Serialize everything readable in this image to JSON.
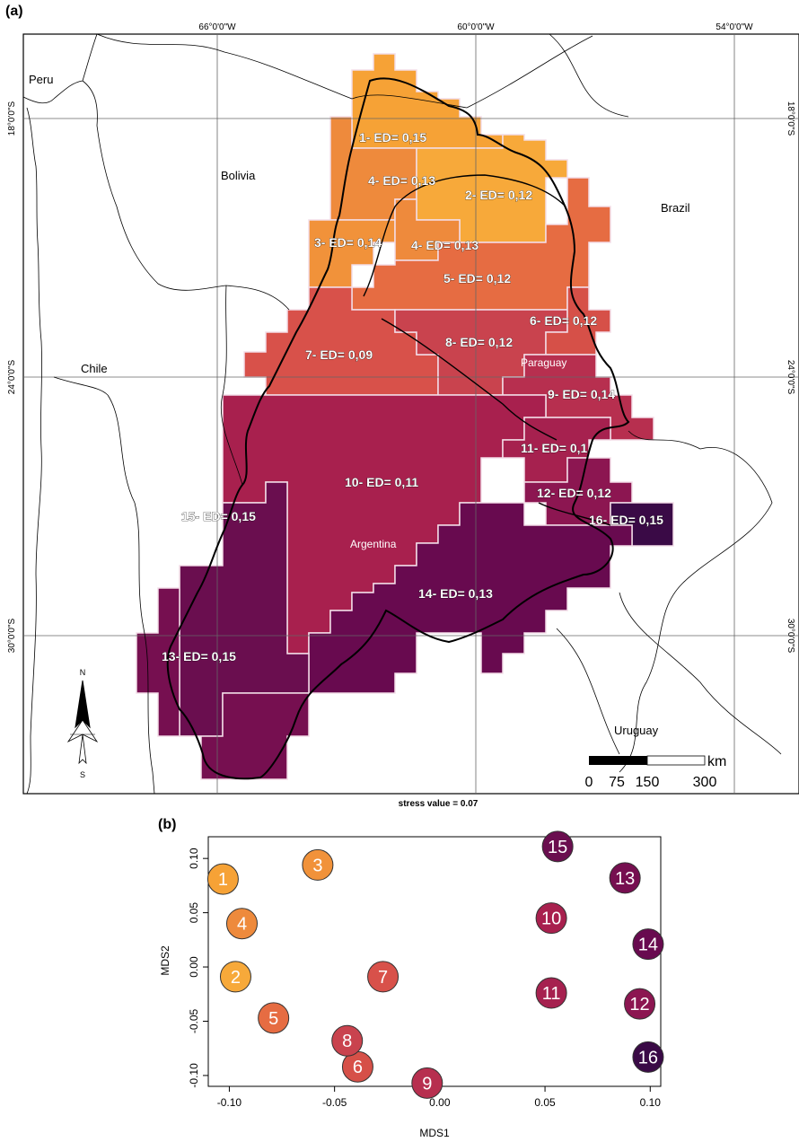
{
  "panel_a": {
    "label": "(a)",
    "longitude_labels": [
      "66°0'0\"W",
      "60°0'0\"W",
      "54°0'0\"W"
    ],
    "latitude_labels_left": [
      "18°0'0\"S",
      "24°0'0\"S",
      "30°0'0\"S"
    ],
    "latitude_labels_right": [
      "18°0'0\"S",
      "24°0'0\"S",
      "30°0'0\"S"
    ],
    "countries": [
      "Peru",
      "Bolivia",
      "Brazil",
      "Chile",
      "Paraguay",
      "Argentina",
      "Uruguay"
    ],
    "regions": [
      {
        "id": 1,
        "label": "1- ED= 0,15",
        "color": "#f6a236"
      },
      {
        "id": 2,
        "label": "2- ED= 0,12",
        "color": "#f7a93a"
      },
      {
        "id": 3,
        "label": "3- ED= 0,14",
        "color": "#f1923a"
      },
      {
        "id": 4,
        "label": "4- ED= 0,13",
        "color": "#ee8a3c"
      },
      {
        "id": 4,
        "label": "4- ED= 0,13",
        "color": "#ee8a3c"
      },
      {
        "id": 5,
        "label": "5- ED= 0,12",
        "color": "#e66c42"
      },
      {
        "id": 6,
        "label": "6- ED= 0,12",
        "color": "#d65048"
      },
      {
        "id": 7,
        "label": "7- ED= 0,09",
        "color": "#d8514a"
      },
      {
        "id": 8,
        "label": "8- ED= 0,12",
        "color": "#c9434e"
      },
      {
        "id": 9,
        "label": "9- ED= 0,14",
        "color": "#b72f4f"
      },
      {
        "id": 10,
        "label": "10- ED= 0,11",
        "color": "#a8204e"
      },
      {
        "id": 11,
        "label": "11- ED= 0,1",
        "color": "#a6214f"
      },
      {
        "id": 12,
        "label": "12- ED= 0,12",
        "color": "#8c1651"
      },
      {
        "id": 13,
        "label": "13- ED= 0,15",
        "color": "#760f50"
      },
      {
        "id": 14,
        "label": "14- ED= 0,13",
        "color": "#680a4f"
      },
      {
        "id": 15,
        "label": "15- ED= 0,15",
        "color": "#6a0e4f"
      },
      {
        "id": 16,
        "label": "16- ED= 0,15",
        "color": "#3a0a46"
      }
    ],
    "north_arrow": {
      "n": "N",
      "s": "S"
    },
    "scale_bar": {
      "unit": "km",
      "ticks": [
        "0",
        "75",
        "150",
        "300"
      ]
    },
    "stress_text": "stress value = 0.07"
  },
  "panel_b": {
    "label": "(b)"
  },
  "chart_data": {
    "type": "scatter",
    "xlabel": "MDS1",
    "ylabel": "MDS2",
    "xlim": [
      -0.11,
      0.105
    ],
    "ylim": [
      -0.11,
      0.12
    ],
    "x_ticks": [
      "-0.10",
      "-0.05",
      "0.00",
      "0.05",
      "0.10"
    ],
    "y_ticks": [
      "-0.10",
      "-0.05",
      "0.00",
      "0.05",
      "0.10"
    ],
    "points": [
      {
        "label": "1",
        "x": -0.103,
        "y": 0.081,
        "color": "#f6a236"
      },
      {
        "label": "2",
        "x": -0.097,
        "y": -0.009,
        "color": "#f7a93a"
      },
      {
        "label": "3",
        "x": -0.058,
        "y": 0.094,
        "color": "#f1923a"
      },
      {
        "label": "4",
        "x": -0.094,
        "y": 0.04,
        "color": "#ee8a3c"
      },
      {
        "label": "5",
        "x": -0.079,
        "y": -0.047,
        "color": "#e66c42"
      },
      {
        "label": "6",
        "x": -0.039,
        "y": -0.092,
        "color": "#d65048"
      },
      {
        "label": "7",
        "x": -0.027,
        "y": -0.009,
        "color": "#d8514a"
      },
      {
        "label": "8",
        "x": -0.044,
        "y": -0.068,
        "color": "#c9434e"
      },
      {
        "label": "9",
        "x": -0.006,
        "y": -0.107,
        "color": "#b72f4f"
      },
      {
        "label": "10",
        "x": 0.053,
        "y": 0.045,
        "color": "#a8204e"
      },
      {
        "label": "11",
        "x": 0.053,
        "y": -0.024,
        "color": "#a6214f"
      },
      {
        "label": "12",
        "x": 0.095,
        "y": -0.034,
        "color": "#8c1651"
      },
      {
        "label": "13",
        "x": 0.088,
        "y": 0.082,
        "color": "#760f50"
      },
      {
        "label": "14",
        "x": 0.099,
        "y": 0.021,
        "color": "#680a4f"
      },
      {
        "label": "15",
        "x": 0.056,
        "y": 0.111,
        "color": "#6a0e4f"
      },
      {
        "label": "16",
        "x": 0.099,
        "y": -0.083,
        "color": "#3a0a46"
      }
    ]
  }
}
